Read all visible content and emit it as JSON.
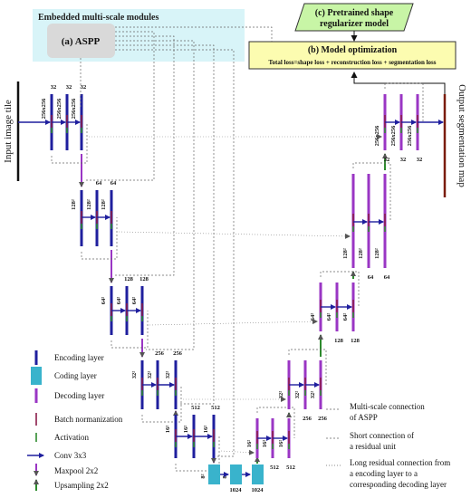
{
  "header": {
    "embedded_label": "Embedded multi-scale modules",
    "aspp_label": "(a) ASPP",
    "pretrained_label_1": "(c) Pretrained shape",
    "pretrained_label_2": "regularizer model",
    "optimization_title": "(b) Model optimization",
    "optimization_loss": "Total loss=shape loss + reconstruction loss + segmentation loss"
  },
  "side_labels": {
    "input": "Input image tile",
    "output": "Output segmentation map"
  },
  "encoder": [
    {
      "channels": [
        "32",
        "32",
        "32"
      ],
      "size": "256x256"
    },
    {
      "channels": [
        "",
        "64",
        "64"
      ],
      "size": "128²"
    },
    {
      "channels": [
        "",
        "128",
        "128"
      ],
      "size": "64²"
    },
    {
      "channels": [
        "",
        "256",
        "256"
      ],
      "size": "32²"
    },
    {
      "channels": [
        "",
        "512",
        "512"
      ],
      "size": "16²"
    },
    {
      "channels": [
        "",
        "1024",
        "1024"
      ],
      "size": "8²"
    }
  ],
  "decoder": [
    {
      "channels": [
        "",
        "512",
        "512"
      ],
      "size": "16²"
    },
    {
      "channels": [
        "",
        "256",
        "256"
      ],
      "size": "32²"
    },
    {
      "channels": [
        "",
        "128",
        "128"
      ],
      "size": "64²"
    },
    {
      "channels": [
        "",
        "64",
        "64"
      ],
      "size": "128²"
    },
    {
      "channels": [
        "32",
        "32",
        "32"
      ],
      "size": "256x256"
    }
  ],
  "legend": [
    {
      "name": "encoding-layer",
      "label": "Encoding layer"
    },
    {
      "name": "coding-layer",
      "label": "Coding layer"
    },
    {
      "name": "decoding-layer",
      "label": "Decoding layer"
    },
    {
      "name": "batch-norm",
      "label": "Batch normanization"
    },
    {
      "name": "activation",
      "label": "Activation"
    },
    {
      "name": "conv",
      "label": "Conv 3x3"
    },
    {
      "name": "maxpool",
      "label": "Maxpool 2x2"
    },
    {
      "name": "upsampling",
      "label": "Upsampling  2x2"
    }
  ],
  "connection_legend": [
    {
      "name": "multiscale-connection",
      "lines": [
        "Multi-scale connection",
        "of ASPP"
      ]
    },
    {
      "name": "short-connection",
      "lines": [
        "Short connection of",
        "a residual unit"
      ]
    },
    {
      "name": "long-connection",
      "lines": [
        "Long residual connection from",
        "a encoding layer  to a",
        "corresponding decoding layer"
      ]
    }
  ],
  "colors": {
    "encoder": "#1f1f9e",
    "coding": "#39b3cc",
    "decoder": "#9a36c4",
    "batchnorm": "#8b1c4a",
    "activation": "#2e8b2e",
    "embedded_bg": "#d8f4f8",
    "aspp_bg": "#d9d9d9",
    "pretrained_bg": "#c8f5a6",
    "optimization_bg": "#fcfcb0"
  }
}
